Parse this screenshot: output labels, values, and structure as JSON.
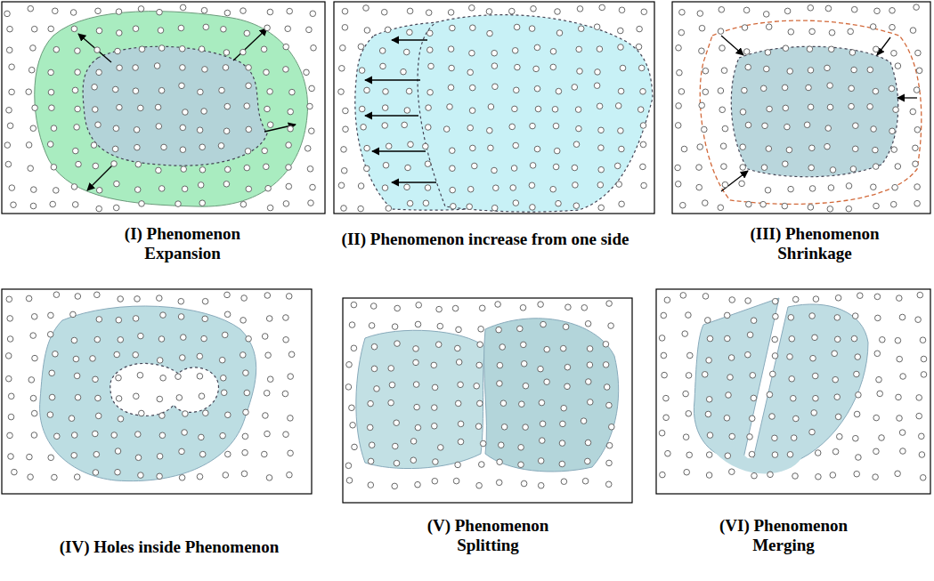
{
  "diagram": {
    "labels": [
      "(I) Phenomenon Expansion",
      "(II) Phenomenon increase from one side",
      "(III) Phenomenon Shrinkage",
      "(IV) Holes inside Phenomenon",
      "(V) Phenomenon Splitting",
      "(VI) Phenomenon Merging"
    ]
  }
}
